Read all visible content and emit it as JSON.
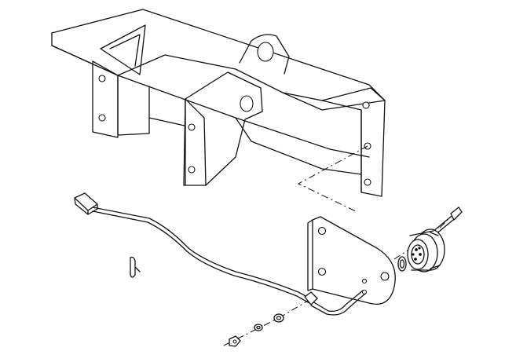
{
  "figure": {
    "type": "exploded-assembly-line-drawing",
    "colors": {
      "background": "#ffffff",
      "ink": "#111111"
    },
    "parts": [
      "mounting-frame",
      "mounting-bracket-plate",
      "round-connector-socket",
      "mounting-bolt",
      "wiring-harness",
      "harness-plug",
      "cotter-pin",
      "washer",
      "lock-washer",
      "nut"
    ]
  }
}
